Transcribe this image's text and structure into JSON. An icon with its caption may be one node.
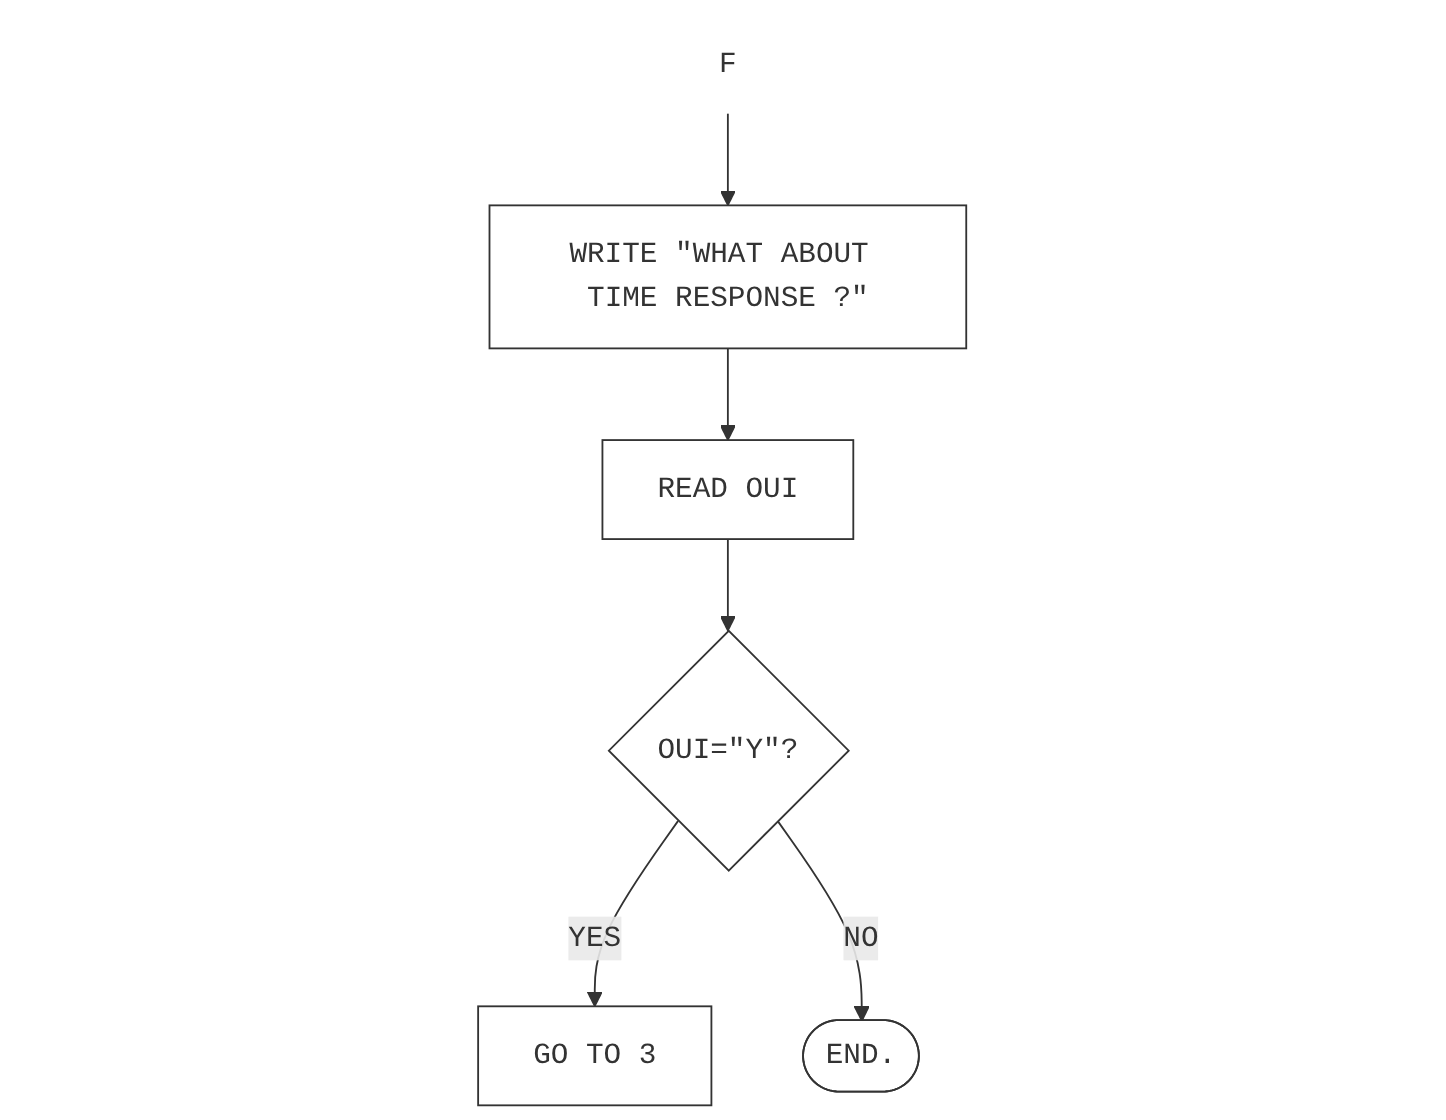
{
  "diagram": {
    "nodes": [
      {
        "text": [
          "F"
        ]
      },
      {
        "text": [
          "WRITE \"WHAT ABOUT TIME RESPONSE ?\""
        ]
      },
      {
        "text": [
          "READ OUI"
        ]
      },
      {
        "text": [
          "OUI=\"Y\"?"
        ]
      },
      {
        "text": [
          "GO TO 3"
        ]
      },
      {
        "text": [
          "END."
        ]
      }
    ],
    "edges": [
      {
        "from": 0,
        "to": 1,
        "arrow": "to"
      },
      {
        "from": 1,
        "to": 2,
        "arrow": "to"
      },
      {
        "from": 2,
        "to": 3,
        "arrow": "to"
      },
      {
        "from": 3,
        "to": 4,
        "label": "YES",
        "arrow": "to"
      },
      {
        "from": 3,
        "to": 5,
        "label": "NO",
        "arrow": "to"
      }
    ]
  }
}
